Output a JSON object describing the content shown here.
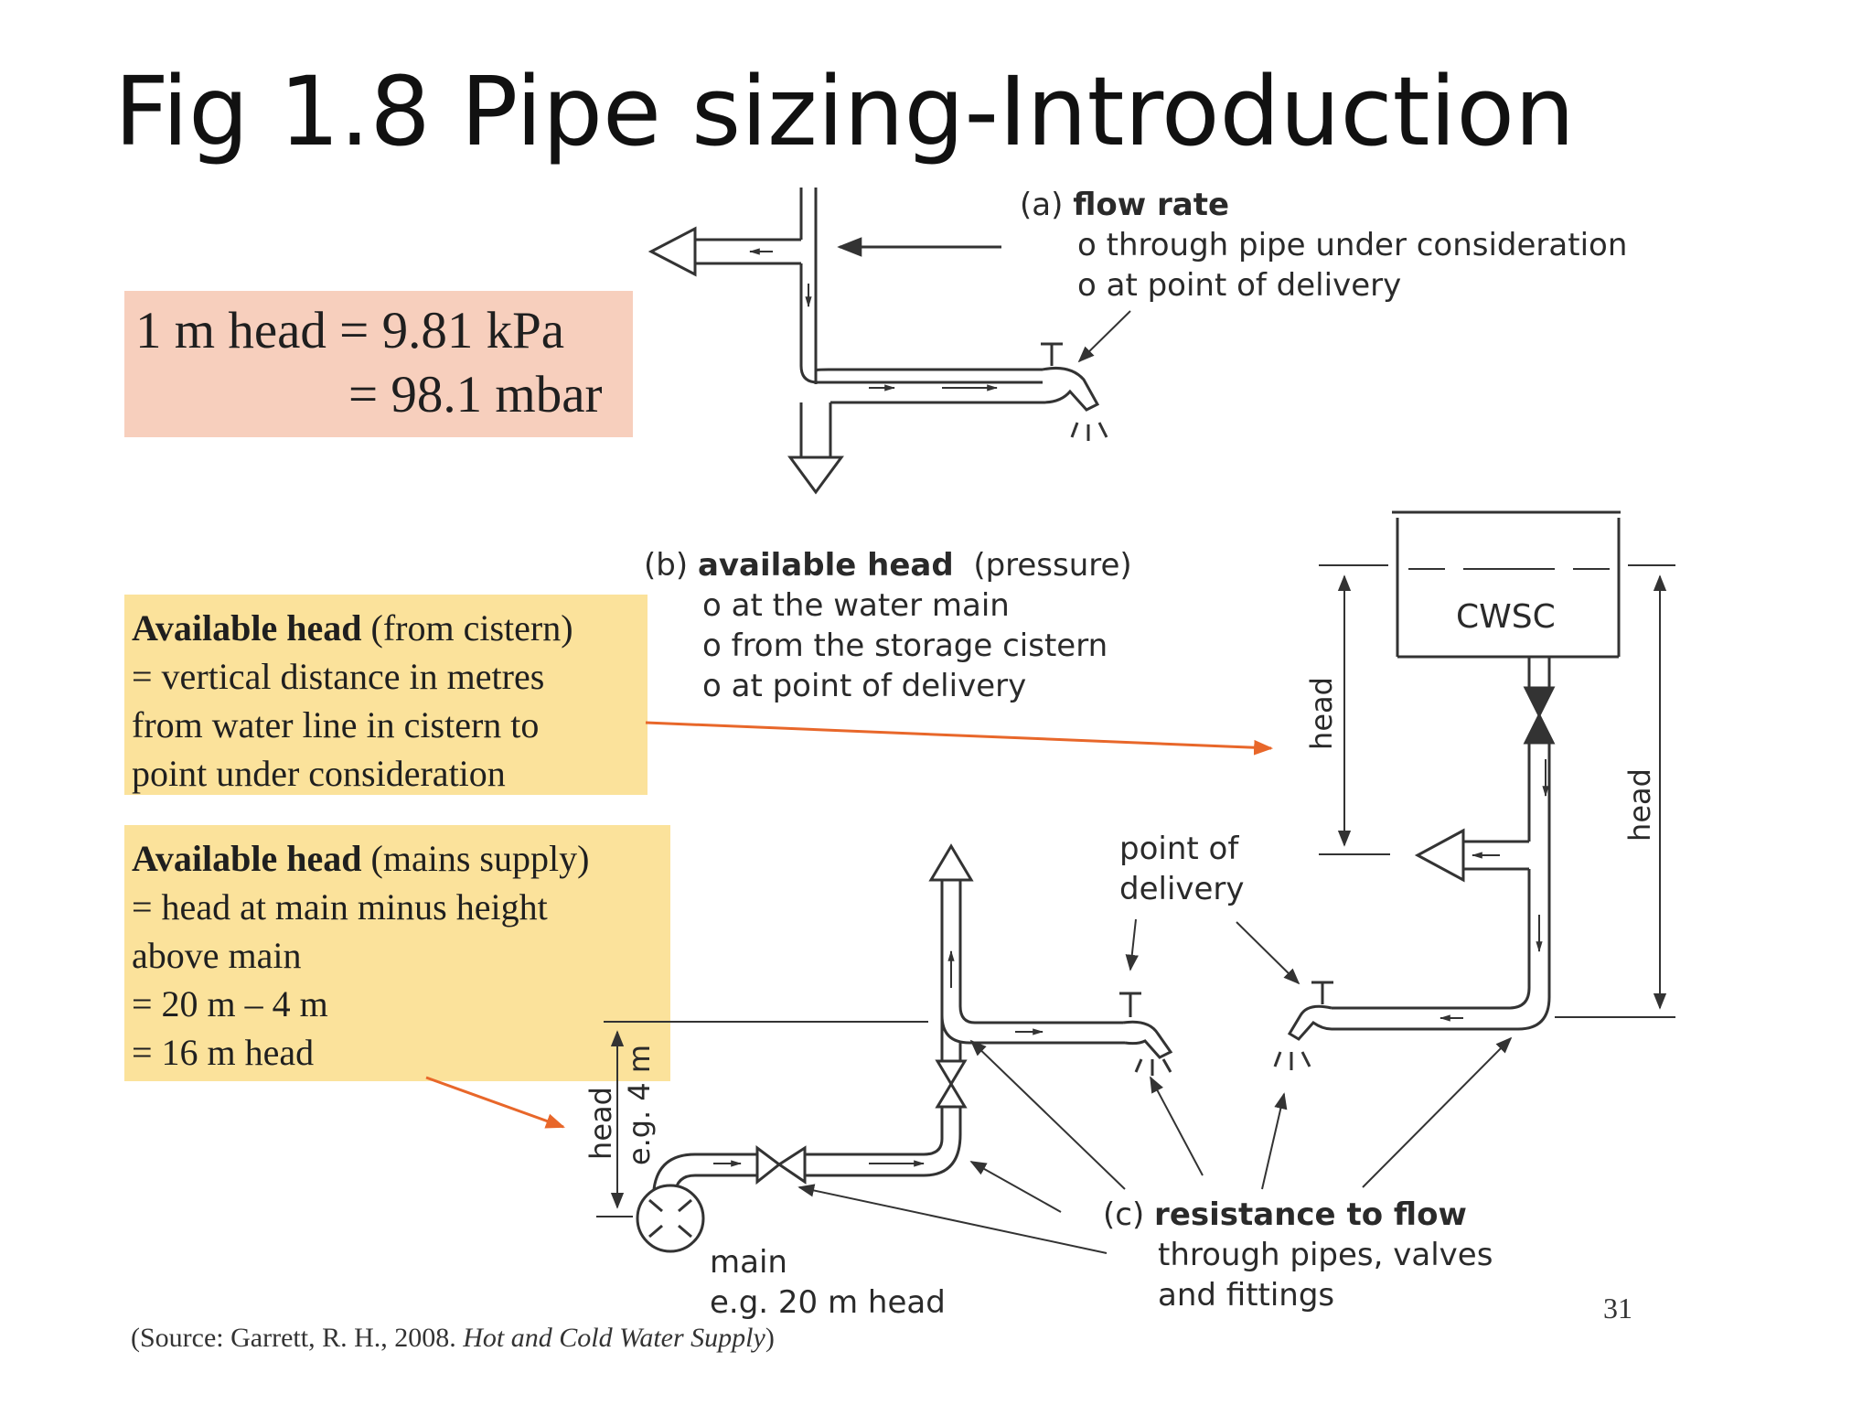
{
  "title": "Fig 1.8 Pipe sizing-Introduction",
  "conversion_box": {
    "line1": "1 m head = 9.81 kPa",
    "line2": "= 98.1 mbar"
  },
  "cistern_box": {
    "bold": "Available head",
    "line1_rest": " (from cistern)",
    "line2": "= vertical distance in metres",
    "line3": "from water line in cistern to",
    "line4": "point under consideration"
  },
  "mains_box": {
    "bold": "Available head",
    "line1_rest": " (mains supply)",
    "line2": "= head at main minus height",
    "line3": "above main",
    "line4": "= 20 m – 4 m",
    "line5": "= 16 m head"
  },
  "flow_rate": {
    "label": "(a)",
    "heading": "flow rate",
    "items": [
      "o  through pipe under consideration",
      "o  at point of delivery"
    ]
  },
  "available_head": {
    "label": "(b)",
    "heading": "available head",
    "heading_rest": "(pressure)",
    "items": [
      "o  at the water main",
      "o  from the storage cistern",
      "o  at point of delivery"
    ]
  },
  "resistance": {
    "label": "(c)",
    "heading": "resistance to flow",
    "lines": [
      "through pipes, valves",
      "and fittings"
    ]
  },
  "diagram_labels": {
    "cistern": "CWSC",
    "head": "head",
    "eg_4m": "e.g. 4 m",
    "point_of_delivery_1": "point of",
    "point_of_delivery_2": "delivery",
    "main": "main",
    "main_head": "e.g. 20 m head"
  },
  "source": {
    "prefix": "(Source: Garrett, R. H., 2008. ",
    "book": "Hot and Cold Water Supply",
    "suffix": ")"
  },
  "page_number": "31",
  "colors": {
    "pink_box": "#f7cfbd",
    "yellow_box": "#fbe29b",
    "orange_arrow": "#e8672a",
    "line": "#333333"
  }
}
